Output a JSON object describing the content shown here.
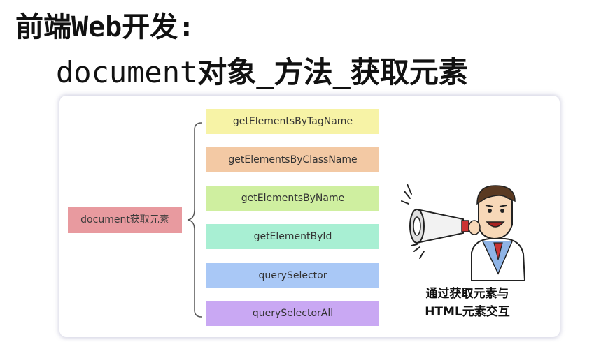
{
  "title_line1": "前端Web开发:",
  "title_line2_prefix": "document",
  "title_line2_rest": "对象_方法_获取元素",
  "root_label": "document获取元素",
  "methods": [
    {
      "label": "getElementsByTagName",
      "color": "#f7f3a6"
    },
    {
      "label": "getElementsByClassName",
      "color": "#f3c9a4"
    },
    {
      "label": "getElementsByName",
      "color": "#cfefa0"
    },
    {
      "label": "getElementById",
      "color": "#a8efd3"
    },
    {
      "label": "querySelector",
      "color": "#a9c8f6"
    },
    {
      "label": "querySelectorAll",
      "color": "#c9a8f3"
    }
  ],
  "caption_line1": "通过获取元素与",
  "caption_line2": "HTML元素交互",
  "illustration_icon": "person-with-megaphone-icon"
}
